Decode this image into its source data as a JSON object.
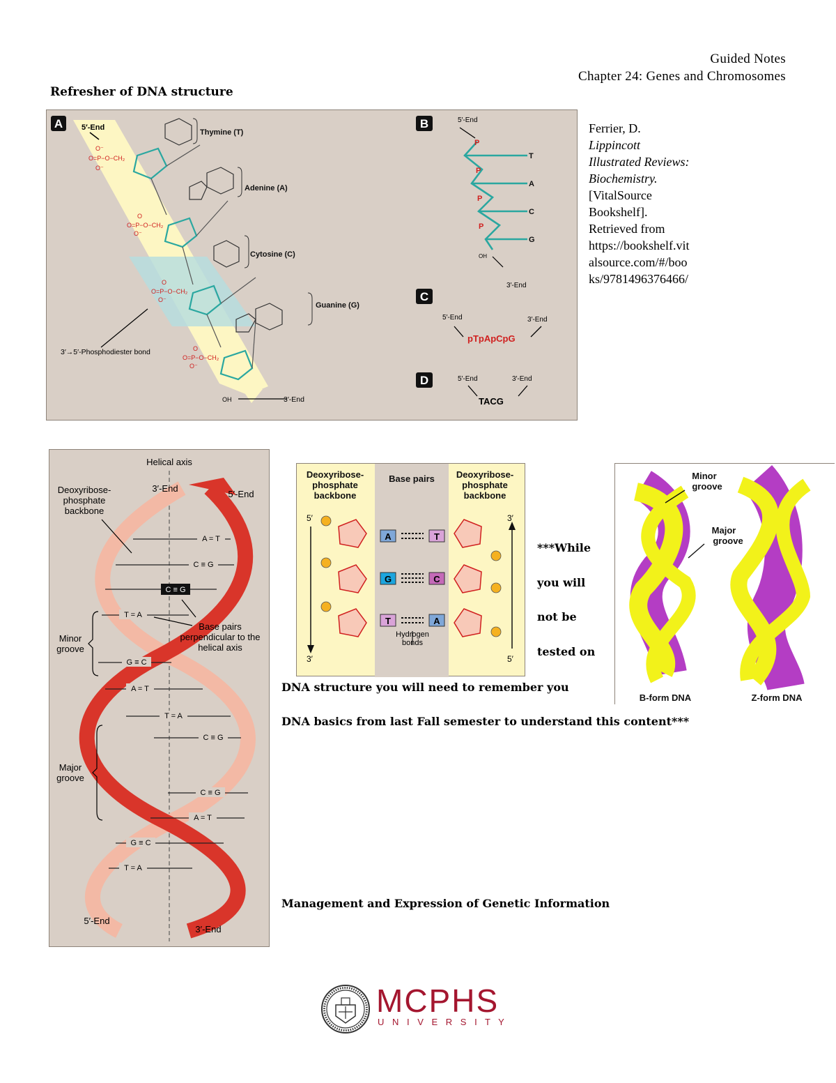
{
  "header": {
    "line1": "Guided Notes",
    "line2": "Chapter 24: Genes and Chromosomes"
  },
  "section_title": "Refresher of DNA structure",
  "figure_top": {
    "panel_a": {
      "letter": "A",
      "five_end": "5′-End",
      "three_end": "3′-End",
      "bond_label": "3′→5′-Phosphodiester bond",
      "bases": [
        "Thymine (T)",
        "Adenine (A)",
        "Cytosine (C)",
        "Guanine (G)"
      ],
      "oh": "OH"
    },
    "panel_b": {
      "letter": "B",
      "five_end": "5′-End",
      "three_end": "3′-End",
      "bases": [
        "T",
        "A",
        "C",
        "G"
      ],
      "p": "P",
      "oh": "OH"
    },
    "panel_c": {
      "letter": "C",
      "five_end": "5′-End",
      "three_end": "3′-End",
      "sequence": "pTpApCpG"
    },
    "panel_d": {
      "letter": "D",
      "five_end": "5′-End",
      "three_end": "3′-End",
      "sequence": "TACG"
    }
  },
  "citation": {
    "author": "Ferrier, D.",
    "title_italic": [
      "Lippincott",
      "Illustrated Reviews:",
      "Biochemistry."
    ],
    "rest": [
      "[VitalSource",
      "Bookshelf].",
      "Retrieved from",
      "https://bookshelf.vit",
      "alsource.com/#/boo",
      "ks/9781496376466/"
    ]
  },
  "helix_figure": {
    "helical_axis": "Helical axis",
    "backbone_label": [
      "Deoxyribose-",
      "phosphate",
      "backbone"
    ],
    "three_end_top": "3′-End",
    "five_end_top": "5′-End",
    "five_end_bottom": "5′-End",
    "three_end_bottom": "3′-End",
    "minor_groove": [
      "Minor",
      "groove"
    ],
    "major_groove": [
      "Major",
      "groove"
    ],
    "perpendicular": [
      "Base pairs",
      "perpendicular to the",
      "helical axis"
    ],
    "pairs": [
      "A = T",
      "C ≡ G",
      "C ≡ G",
      "T = A",
      "G ≡ C",
      "A = T",
      "T = A",
      "C ≡ G",
      "C ≡ G",
      "A = T",
      "G ≡ C",
      "T = A"
    ]
  },
  "pair_figure": {
    "left_header": [
      "Deoxyribose-",
      "phosphate",
      "backbone"
    ],
    "mid_header": "Base pairs",
    "right_header": [
      "Deoxyribose-",
      "phosphate",
      "backbone"
    ],
    "five_prime": "5′",
    "three_prime": "3′",
    "hbond": [
      "Hydrogen",
      "bonds"
    ],
    "rows": [
      [
        "A",
        "T"
      ],
      [
        "G",
        "C"
      ],
      [
        "T",
        "A"
      ]
    ]
  },
  "groove_figure": {
    "minor": [
      "Minor",
      "groove"
    ],
    "major": [
      "Major",
      "groove"
    ],
    "b_form": "B-form DNA",
    "z_form": "Z-form DNA"
  },
  "note_lines": [
    "***While",
    "you will",
    "not be",
    "tested on"
  ],
  "note_sentence_1": "DNA structure you will need to remember you",
  "note_sentence_2": "DNA basics from last Fall semester to understand this content***",
  "bottom_heading": "Management and Expression of Genetic Information",
  "logo": {
    "name": "MCPHS",
    "sub": "U N I V E R S I T Y"
  },
  "colors": {
    "figure_bg": "#d9cfc6",
    "teal": "#2aa7a0",
    "red": "#d0201f",
    "yellow_band": "#fdf6c3",
    "mcphs_red": "#a4162f"
  }
}
